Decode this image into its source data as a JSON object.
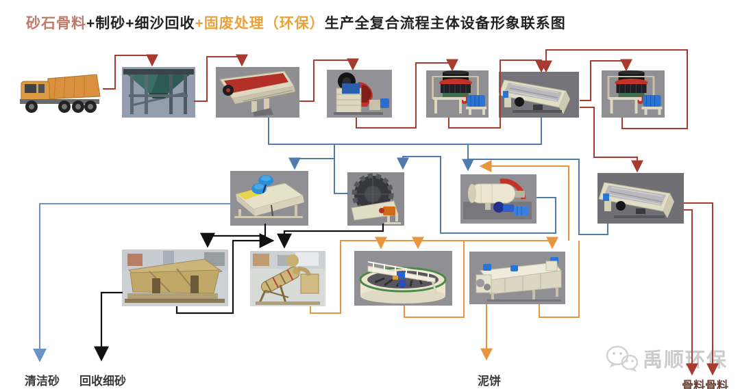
{
  "title": {
    "segments": [
      {
        "text": "砂石骨料",
        "color": "#c07a6a"
      },
      {
        "text": "+制砂+细沙回收",
        "color": "#222222"
      },
      {
        "text": "+固废处理（环保）",
        "color": "#e9a23b"
      },
      {
        "text": "生产全复合流程主体设备形象联系图",
        "color": "#222222"
      }
    ]
  },
  "outputs": {
    "clean_sand": "清洁砂",
    "recycled_fine_sand": "回收细砂",
    "mud_cake": "泥饼",
    "aggregates": "骨料骨料"
  },
  "watermark": {
    "text": "禹顺环保",
    "icon": "wechat-icon"
  },
  "flow_colors": {
    "crushing_red": "#a83a30",
    "sand_blue": "#4f7cac",
    "clean_sand_blue": "#6b93c8",
    "recovery_black": "#111111",
    "waste_orange": "#e8953f"
  },
  "equipment_icons": [
    "dump-truck",
    "feed-hopper",
    "vibrating-feeder",
    "jaw-crusher",
    "cone-crusher",
    "inclined-vibrating-screen",
    "cone-crusher",
    "dewatering-screen",
    "wheel-bucket-sand-washer",
    "ball-mill",
    "inclined-vibrating-screen",
    "fine-sand-dewatering-screen",
    "fine-sand-recovery-machine",
    "thickener",
    "belt-filter-press"
  ]
}
